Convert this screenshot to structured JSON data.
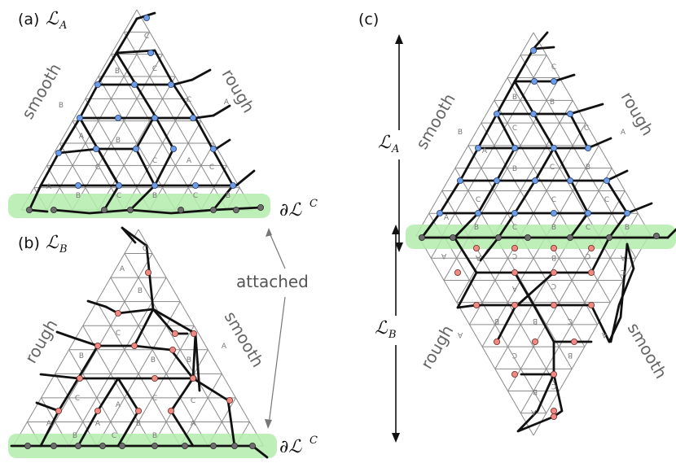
{
  "panels": {
    "a": {
      "label": "(a)",
      "lattice_symbol": "ℒ",
      "lattice_sub": "A"
    },
    "b": {
      "label": "(b)",
      "lattice_symbol": "ℒ",
      "lattice_sub": "B"
    },
    "c": {
      "label": "(c)"
    }
  },
  "edges": {
    "a_left": "smooth",
    "a_right": "rough",
    "b_left": "rough",
    "b_right": "smooth",
    "c_left_top": "smooth",
    "c_right_top": "rough",
    "c_left_bottom": "rough",
    "c_right_bottom": "smooth"
  },
  "boundary": {
    "symbol": "∂ℒ",
    "superscript": "C"
  },
  "attached_label": "attached",
  "c_labels": {
    "LA_symbol": "ℒ",
    "LA_sub": "A",
    "LB_symbol": "ℒ",
    "LB_sub": "B"
  },
  "plaquette_labels": {
    "A": "A",
    "B": "B",
    "C": "C"
  },
  "colors": {
    "band": "#b4ecab",
    "blue_vertex": "#6d9de7",
    "red_vertex": "#ee8a82",
    "grey_vertex": "#6d6d6d"
  }
}
